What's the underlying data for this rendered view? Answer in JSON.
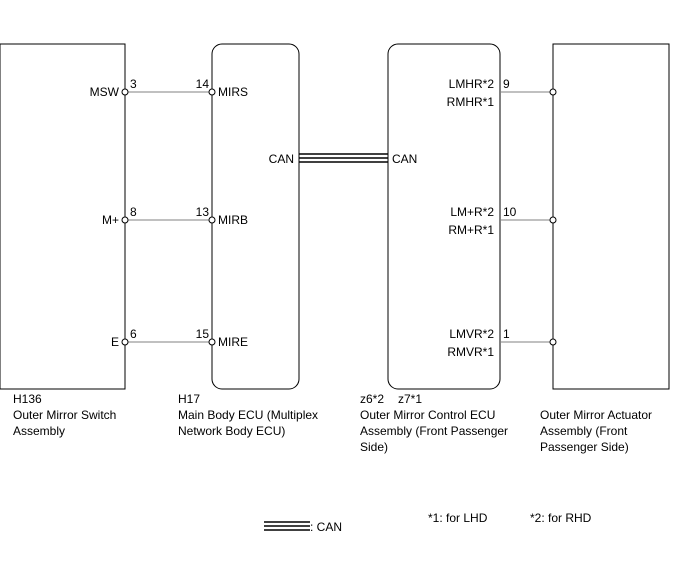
{
  "components": {
    "switch": {
      "id": "H136",
      "name_line1": "Outer Mirror Switch",
      "name_line2": "Assembly"
    },
    "body_ecu": {
      "id": "H17",
      "name_line1": "Main Body ECU (Multiplex",
      "name_line2": "Network Body ECU)"
    },
    "control_ecu": {
      "id_a": "z6*2",
      "id_b": "z7*1",
      "name_line1": "Outer Mirror Control ECU",
      "name_line2": "Assembly (Front Passenger",
      "name_line3": "Side)"
    },
    "actuator": {
      "name_line1": "Outer Mirror Actuator",
      "name_line2": "Assembly (Front",
      "name_line3": "Passenger Side)"
    }
  },
  "switch_to_ecu": {
    "mirror_sw": {
      "switch_terminal": "MSW",
      "switch_pin": "3",
      "ecu_pin": "14",
      "ecu_terminal": "MIRS"
    },
    "mirror_power": {
      "switch_terminal": "M+",
      "switch_pin": "8",
      "ecu_pin": "13",
      "ecu_terminal": "MIRB"
    },
    "mirror_ground": {
      "switch_terminal": "E",
      "switch_pin": "6",
      "ecu_pin": "15",
      "ecu_terminal": "MIRE"
    }
  },
  "can_bus": {
    "body_ecu_label": "CAN",
    "control_ecu_label": "CAN"
  },
  "control_to_actuator": {
    "heater": {
      "label_rhd": "LMHR*2",
      "label_lhd": "RMHR*1",
      "pin": "9"
    },
    "horizontal": {
      "label_rhd": "LM+R*2",
      "label_lhd": "RM+R*1",
      "pin": "10"
    },
    "vertical": {
      "label_rhd": "LMVR*2",
      "label_lhd": "RMVR*1",
      "pin": "1"
    }
  },
  "legend": {
    "can_label": ": CAN",
    "note_lhd": "*1: for LHD",
    "note_rhd": "*2: for RHD"
  }
}
